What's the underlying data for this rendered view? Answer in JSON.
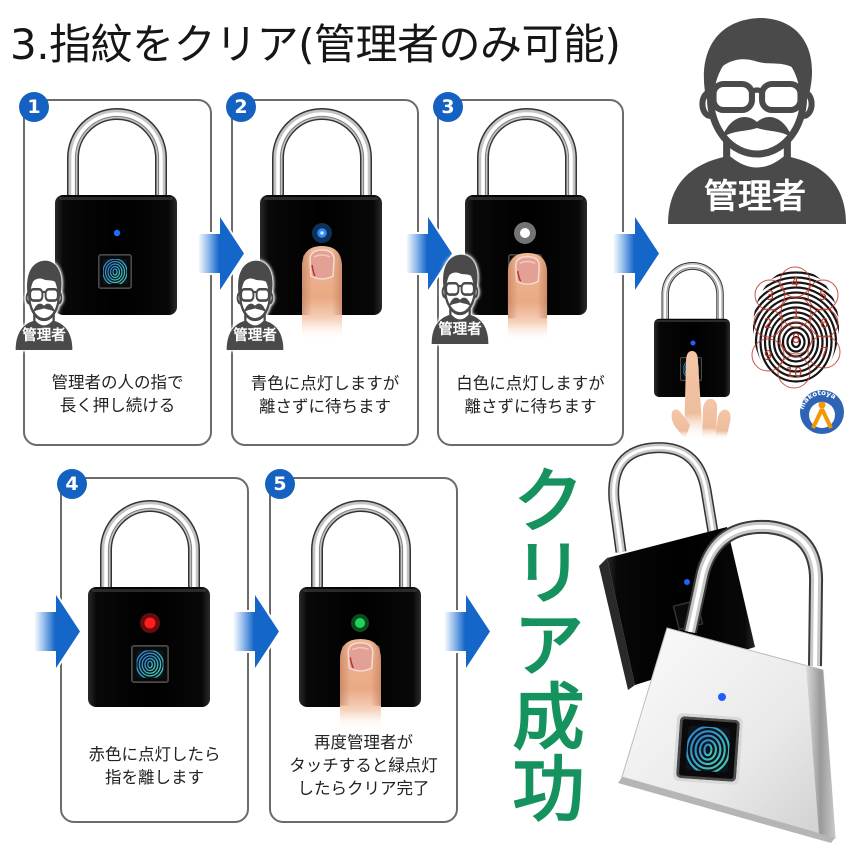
{
  "title": "3.指紋をクリア(管理者のみ可能)",
  "admin_avatar": {
    "label": "管理者"
  },
  "steps": [
    {
      "number": "1",
      "caption": [
        "管理者の人の指で",
        "長く押し続ける"
      ],
      "avatar_label": "管理者",
      "led_color": "#1e6bff"
    },
    {
      "number": "2",
      "caption": [
        "青色に点灯しますが",
        "離さずに待ちます"
      ],
      "avatar_label": "管理者",
      "led_color": "#2b8bff"
    },
    {
      "number": "3",
      "caption": [
        "白色に点灯しますが",
        "離さずに待ちます"
      ],
      "avatar_label": "管理者",
      "led_color": "#ffffff"
    },
    {
      "number": "4",
      "caption": [
        "赤色に点灯したら",
        "指を離します"
      ],
      "led_color": "#ff1e1e"
    },
    {
      "number": "5",
      "caption": [
        "再度管理者が",
        "タッチすると緑点灯",
        "したらクリア完了"
      ],
      "led_color": "#1fd35a"
    }
  ],
  "fingerprint_diagram": {
    "numbers": [
      "1",
      "2",
      "3",
      "4",
      "5",
      "6",
      "7",
      "8",
      "9",
      "10"
    ]
  },
  "logo": {
    "text": "makotoya"
  },
  "result": {
    "text": "クリア成功"
  },
  "colors": {
    "badge": "#1561c1",
    "arrow": "#1566c9",
    "result_text": "#15925e",
    "avatar": "#4a4a4a",
    "box_border": "#6b6b6b",
    "fingerprint_numbers": "#c0392b",
    "standby_led": "#1f5fff"
  }
}
